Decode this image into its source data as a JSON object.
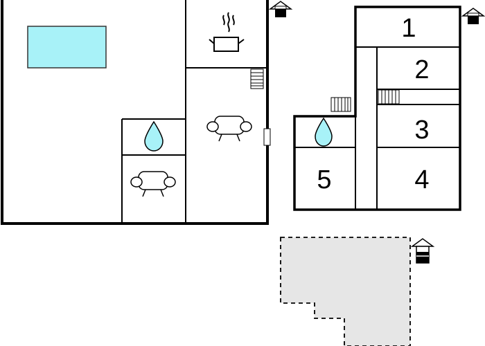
{
  "floorplan": {
    "room_numbers": [
      "1",
      "2",
      "3",
      "4",
      "5"
    ],
    "colors": {
      "wall": "#000000",
      "pool": "#a8f2f8",
      "water_drop": "#a8f2f8",
      "terrace": "#e6e6e6",
      "background": "#ffffff"
    },
    "icons": [
      "pool-icon",
      "cooking-pot-icon",
      "sofa-icon",
      "water-drop-icon",
      "radiator-icon",
      "house-entrance-icon",
      "door-icon"
    ]
  }
}
